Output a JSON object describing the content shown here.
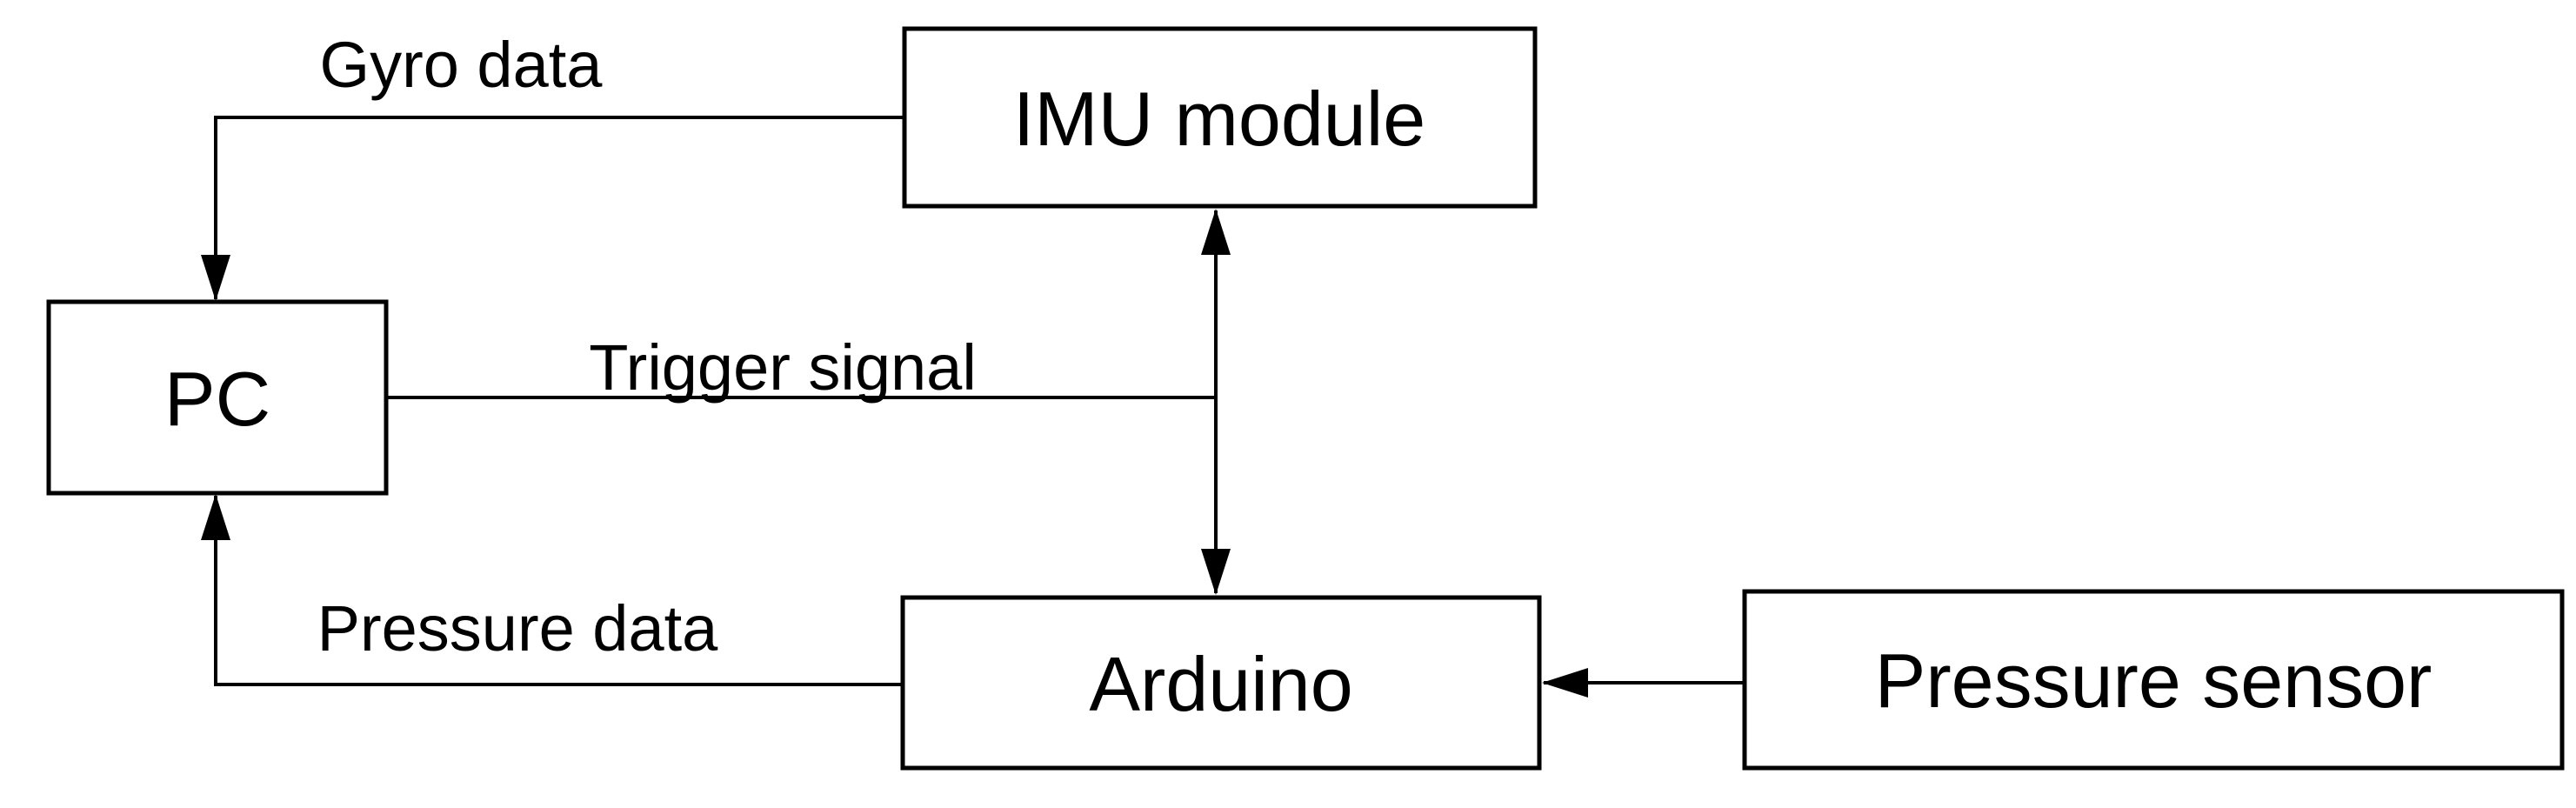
{
  "figure": {
    "type": "block-diagram",
    "background_color": "#ffffff",
    "stroke_color": "#000000",
    "nodes": {
      "imu_module": {
        "label": "IMU module"
      },
      "pc": {
        "label": "PC"
      },
      "arduino": {
        "label": "Arduino"
      },
      "pressure_sensor": {
        "label": "Pressure sensor"
      }
    },
    "edge_labels": {
      "gyro": "Gyro data",
      "trigger": "Trigger signal",
      "pressure": "Pressure data"
    }
  }
}
